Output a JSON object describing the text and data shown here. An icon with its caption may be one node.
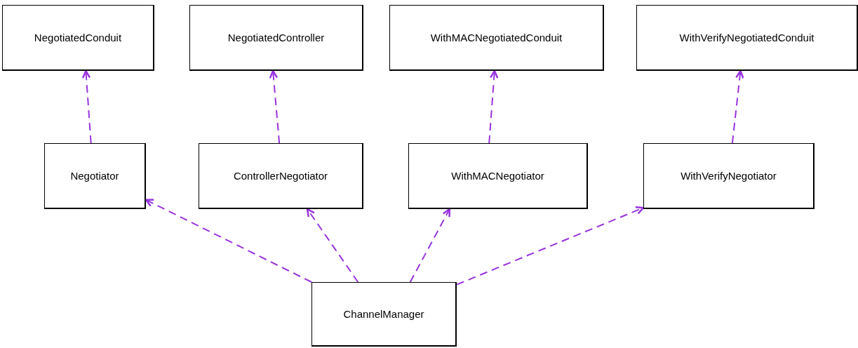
{
  "diagram": {
    "nodes": [
      {
        "text": [
          "NegotiatedConduit"
        ]
      },
      {
        "text": [
          "NegotiatedController"
        ]
      },
      {
        "text": [
          "WithMACNegotiatedConduit"
        ]
      },
      {
        "text": [
          "WithVerifyNegotiatedConduit"
        ]
      },
      {
        "text": [
          "Negotiator"
        ]
      },
      {
        "text": [
          "ControllerNegotiator"
        ]
      },
      {
        "text": [
          "WithMACNegotiator"
        ]
      },
      {
        "text": [
          "WithVerifyNegotiator"
        ]
      },
      {
        "text": [
          "ChannelManager"
        ]
      }
    ],
    "edges": [
      {
        "from": 4,
        "to": 0,
        "arrow": "to",
        "style": "dashed"
      },
      {
        "from": 5,
        "to": 1,
        "arrow": "to",
        "style": "dashed"
      },
      {
        "from": 6,
        "to": 2,
        "arrow": "to",
        "style": "dashed"
      },
      {
        "from": 7,
        "to": 3,
        "arrow": "to",
        "style": "dashed"
      },
      {
        "from": 8,
        "to": 4,
        "arrow": "to",
        "style": "dashed"
      },
      {
        "from": 8,
        "to": 5,
        "arrow": "to",
        "style": "dashed"
      },
      {
        "from": 8,
        "to": 6,
        "arrow": "to",
        "style": "dashed"
      },
      {
        "from": 8,
        "to": 7,
        "arrow": "to",
        "style": "dashed"
      }
    ]
  }
}
